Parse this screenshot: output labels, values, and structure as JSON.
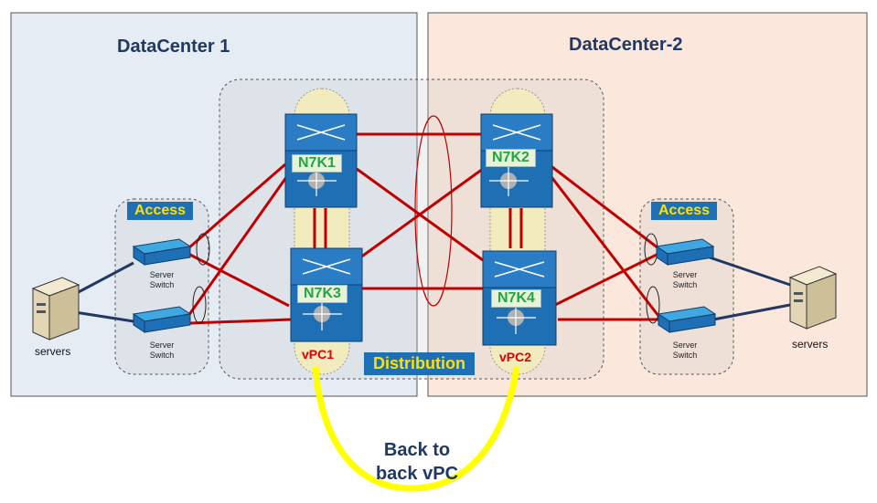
{
  "datacenters": [
    {
      "title": "DataCenter 1",
      "bg": "#e6ecf4"
    },
    {
      "title": "DataCenter-2",
      "bg": "#fbe7dc"
    }
  ],
  "access_labels": [
    "Access",
    "Access"
  ],
  "distribution_label": "Distribution",
  "switches": {
    "n7k1": "N7K1",
    "n7k2": "N7K2",
    "n7k3": "N7K3",
    "n7k4": "N7K4"
  },
  "vpc_labels": [
    "vPC1",
    "vPC2"
  ],
  "server_switch_label_line1": "Server",
  "server_switch_label_line2": "Switch",
  "servers_label": "servers",
  "back_to_back": {
    "line1": "Back to",
    "line2": "back vPC"
  },
  "colors": {
    "link_red": "#c00000",
    "link_blue": "#1f3864",
    "b2b_yellow": "#ffff00",
    "device_blue": "#1f6fb5"
  }
}
